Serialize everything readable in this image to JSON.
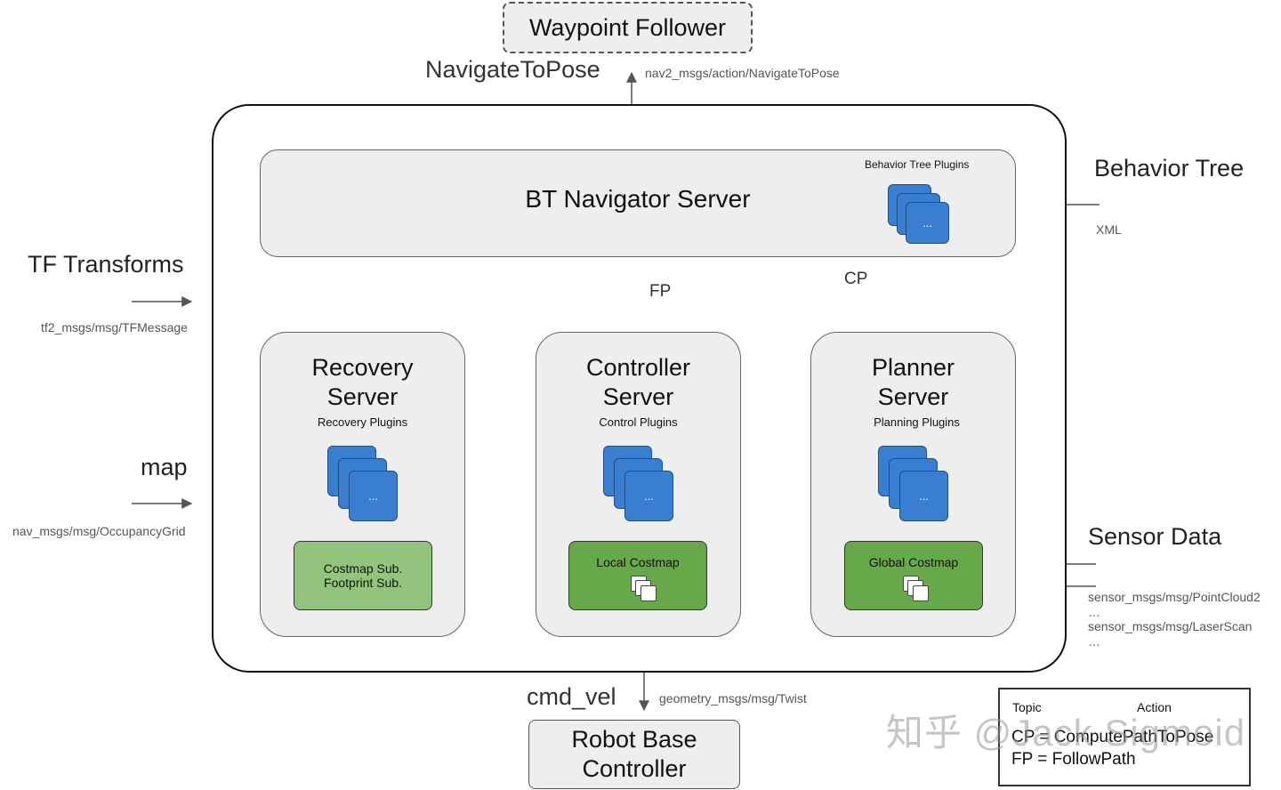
{
  "waypoint_follower": "Waypoint Follower",
  "navigate_to_pose": "NavigateToPose",
  "navigate_msg": "nav2_msgs/action/NavigateToPose",
  "bt_navigator": {
    "title": "BT Navigator Server",
    "plugins_label": "Behavior Tree Plugins",
    "plugin_ellipsis": "..."
  },
  "behavior_tree": {
    "title": "Behavior Tree",
    "format": "XML"
  },
  "tf": {
    "title": "TF Transforms",
    "msg": "tf2_msgs/msg/TFMessage"
  },
  "map": {
    "title": "map",
    "msg": "nav_msgs/msg/OccupancyGrid"
  },
  "fp_label": "FP",
  "cp_label": "CP",
  "recovery": {
    "title_line1": "Recovery",
    "title_line2": "Server",
    "plugins_label": "Recovery Plugins",
    "plugin_ellipsis": "...",
    "costmap_line1": "Costmap Sub.",
    "costmap_line2": "Footprint Sub."
  },
  "controller": {
    "title_line1": "Controller",
    "title_line2": "Server",
    "plugins_label": "Control Plugins",
    "plugin_ellipsis": "...",
    "costmap": "Local Costmap"
  },
  "planner": {
    "title_line1": "Planner",
    "title_line2": "Server",
    "plugins_label": "Planning Plugins",
    "plugin_ellipsis": "...",
    "costmap": "Global Costmap"
  },
  "sensor": {
    "title": "Sensor Data",
    "msg1": "sensor_msgs/msg/PointCloud2",
    "ellipsis1": "…",
    "msg2": "sensor_msgs/msg/LaserScan",
    "ellipsis2": "…"
  },
  "cmd_vel": {
    "title": "cmd_vel",
    "msg": "geometry_msgs/msg/Twist"
  },
  "robot_base": {
    "line1": "Robot Base",
    "line2": "Controller"
  },
  "legend": {
    "topic": "Topic",
    "action": "Action",
    "cp_def": "CP = ComputePathToPose",
    "fp_def": "FP = FollowPath"
  },
  "watermark": "知乎 @Jack Sigmoid",
  "colors": {
    "plugin_blue": "#3a7fcf",
    "costmap_green": "#67a94a",
    "costmap_light_green": "#93c47d",
    "server_gray": "#eeeeee",
    "arrow": "#555555"
  }
}
